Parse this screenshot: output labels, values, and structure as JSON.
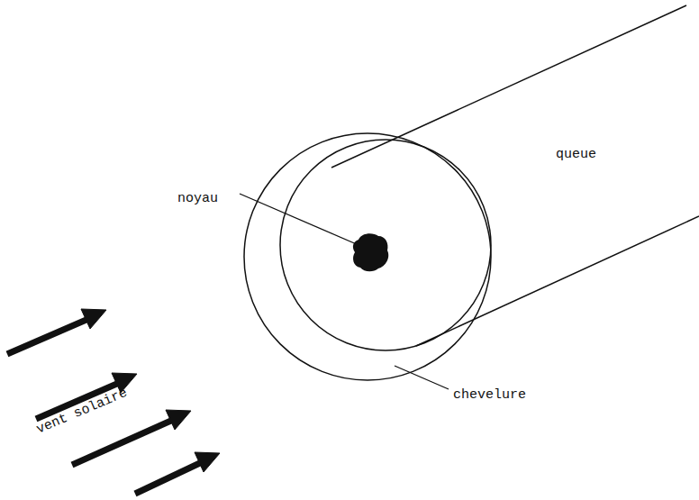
{
  "diagram": {
    "labels": [
      "noyau",
      "queue",
      "chevelure",
      "vent solaire"
    ]
  }
}
